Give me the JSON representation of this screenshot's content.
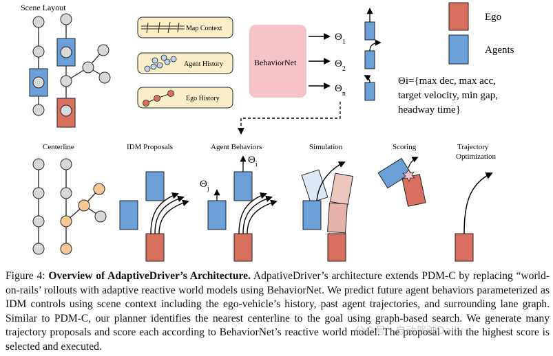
{
  "figure": {
    "top_row": {
      "scene_layout": "Scene Layout",
      "inputs": [
        "Map Context",
        "Agent History",
        "Ego History"
      ],
      "model": "BehaviorNet",
      "outputs": [
        "Θ1",
        "Θ2",
        "Θn"
      ],
      "output_symbol": "Θ",
      "output_subscripts": [
        "1",
        "2",
        "n"
      ],
      "legend": {
        "ego": "Ego",
        "agents": "Agents"
      },
      "theta_def": {
        "line1": "Θi={max dec, max acc,",
        "line2": "target velocity, min gap,",
        "line3": "headway time}"
      }
    },
    "stages": [
      "Centerline",
      "IDM Proposals",
      "Agent Behaviors",
      "Simulation",
      "Scoring",
      "Trajectory",
      "Optimization"
    ],
    "agent_behavior_labels": [
      "Θi",
      "Θj"
    ],
    "colors": {
      "ego": "#d9705f",
      "agents": "#6b9fd8",
      "behaviornet": "#f6c4c8",
      "input_box": "#fbefc8",
      "node": "#d9d9d9",
      "centerline_node": "#f7c795"
    }
  },
  "caption": {
    "label": "Figure 4:",
    "title": "Overview of AdaptiveDriver’s Architecture.",
    "body": "AdpativeDriver’s architecture extends PDM-C by replacing “world-on-rails’ rollouts with adaptive reactive world models using BehaviorNet. We predict future agent behaviors parameterized as IDM controls using scene context including the ego-vehicle’s history, past agent trajectories, and surrounding lane graph. Similar to PDM-C, our planner identifies the nearest centerline to the goal using graph-based search. We generate many trajectory proposals and score each according to BehaviorNet’s reactive world model. The proposal with the highest score is selected and executed."
  },
  "watermark": "公众号 · 自动驾驶Daily"
}
